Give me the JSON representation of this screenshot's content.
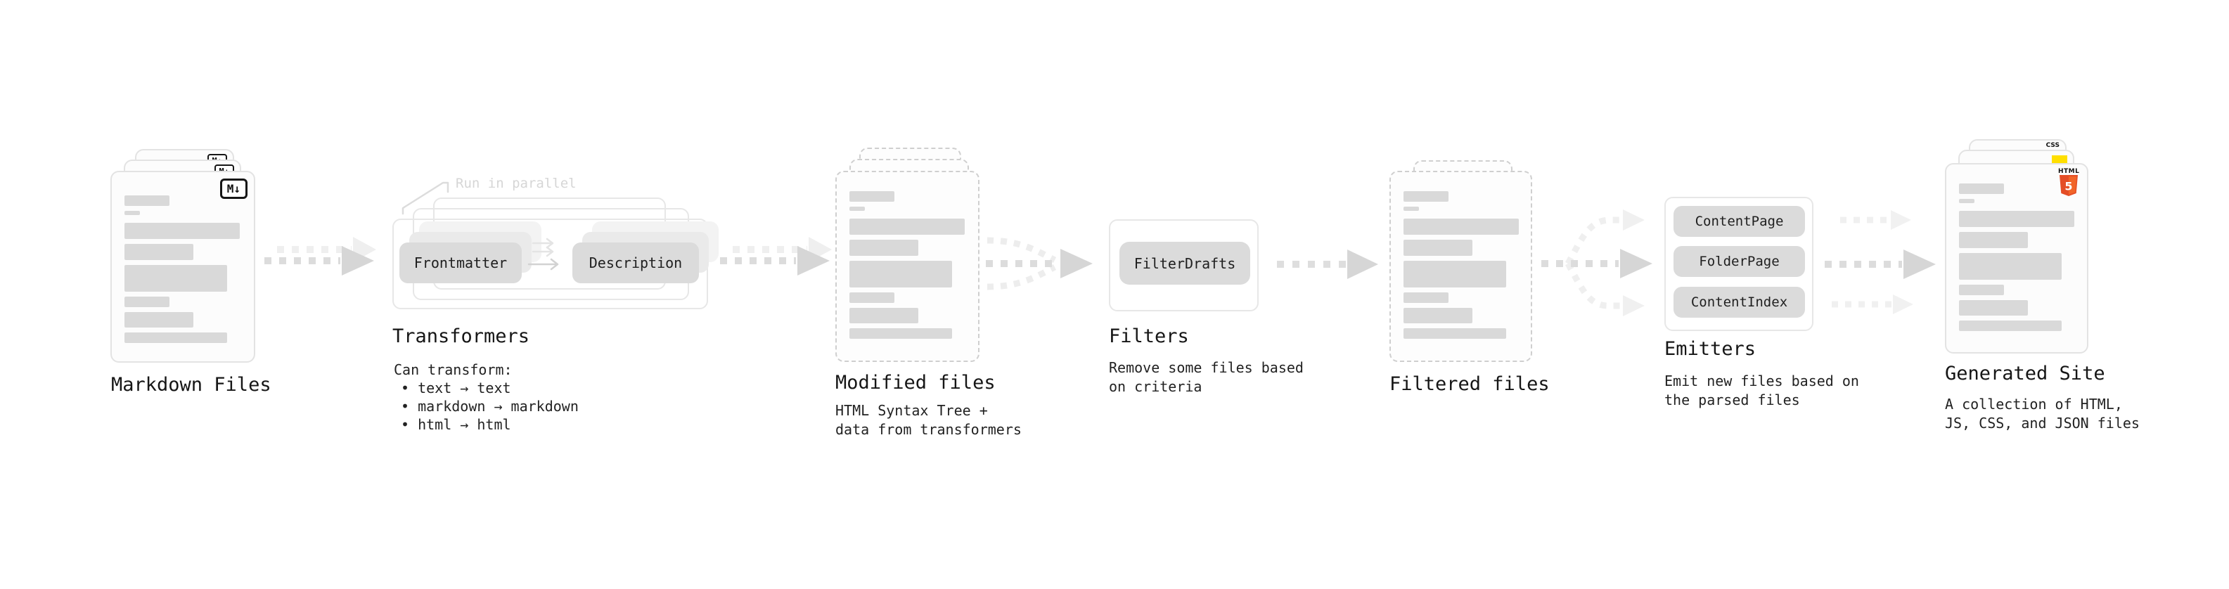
{
  "icons": {
    "markdown": "M↓",
    "html5_label": "HTML",
    "html5_five": "5",
    "css_label": "CSS"
  },
  "colors": {
    "html5_shield_left": "#e44d26",
    "html5_shield_right": "#f16529",
    "js_badge": "#ffdf00",
    "css_badge_bar": "#2862e9",
    "pill_bg": "#dbdbdb",
    "skeleton_bar": "#d9d9d9"
  },
  "stages": {
    "markdown_files": {
      "label": "Markdown Files"
    },
    "transformers": {
      "label": "Transformers",
      "note": "Run in parallel",
      "pill_from": "Frontmatter",
      "pill_to": "Description",
      "desc_title": "Can transform:",
      "bullets": [
        "• text → text",
        "• markdown → markdown",
        "• html → html"
      ]
    },
    "modified_files": {
      "label": "Modified files",
      "desc": "HTML Syntax Tree +\ndata from transformers"
    },
    "filters": {
      "label": "Filters",
      "pill": "FilterDrafts",
      "desc": "Remove some files based\non criteria"
    },
    "filtered_files": {
      "label": "Filtered files"
    },
    "emitters": {
      "label": "Emitters",
      "pills": [
        "ContentPage",
        "FolderPage",
        "ContentIndex"
      ],
      "desc": "Emit new files based on\nthe parsed files"
    },
    "generated_site": {
      "label": "Generated Site",
      "desc": "A collection of HTML,\nJS, CSS, and JSON files"
    }
  }
}
